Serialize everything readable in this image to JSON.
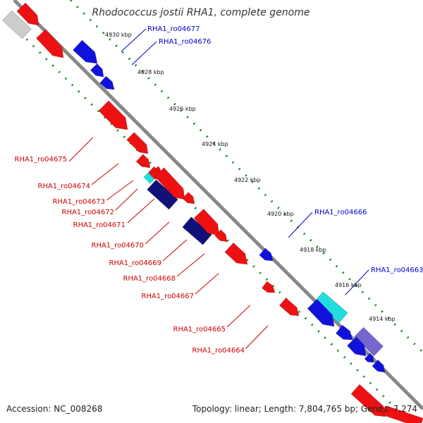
{
  "title": "Rhodococcus jostii RHA1, complete genome",
  "footer": {
    "accession": "Accession: NC_008268",
    "topology": "Topology: linear; Length: 7,804,765 bp; Genes: 7,274"
  },
  "colors": {
    "forward_gene": "#ee1111",
    "reverse_gene": "#1111dd",
    "dark_gene": "#11117a",
    "cyan_gene": "#22dddd",
    "purple_gene": "#7766cc",
    "gray_gene": "#cccccc",
    "backbone": "#888888",
    "ruler": "#118811",
    "forward_label": "#cc0000",
    "reverse_label": "#0000cc"
  },
  "ruler_ticks": [
    "4930 kbp",
    "4928 kbp",
    "4926 kbp",
    "4924 kbp",
    "4922 kbp",
    "4920 kbp",
    "4918 kbp",
    "4916 kbp",
    "4914 kbp"
  ],
  "forward_labels": [
    "RHA1_ro04675",
    "RHA1_ro04674",
    "RHA1_ro04673",
    "RHA1_ro04672",
    "RHA1_ro04671",
    "RHA1_ro04670",
    "RHA1_ro04669",
    "RHA1_ro04668",
    "RHA1_ro04667",
    "RHA1_ro04665",
    "RHA1_ro04664"
  ],
  "reverse_labels": [
    "RHA1_ro04677",
    "RHA1_ro04676",
    "RHA1_ro04666",
    "RHA1_ro04663"
  ]
}
